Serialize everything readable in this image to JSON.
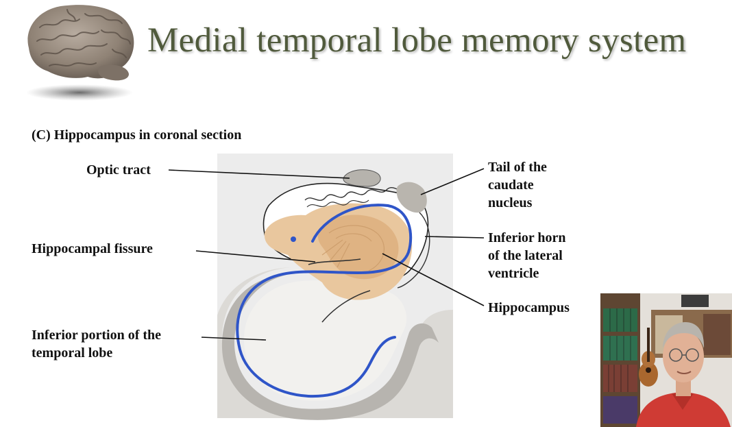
{
  "slide": {
    "title": "Medial temporal lobe memory system"
  },
  "figure": {
    "caption": "(C)  Hippocampus in coronal section",
    "labels": {
      "optic_tract": "Optic tract",
      "tail_caudate": "Tail of the\ncaudate\nnucleus",
      "hippocampal_fissure": "Hippocampal fissure",
      "inferior_horn": "Inferior horn\nof the lateral\nventricle",
      "hippocampus": "Hippocampus",
      "inferior_temporal": "Inferior portion of the\ntemporal lobe"
    },
    "colors": {
      "annotation_stroke": "#2f55c8",
      "hippocampus_fill": "#e7c398",
      "gray_matter": "#b5b2ad"
    }
  },
  "video": {
    "icon": "presenter-webcam"
  }
}
